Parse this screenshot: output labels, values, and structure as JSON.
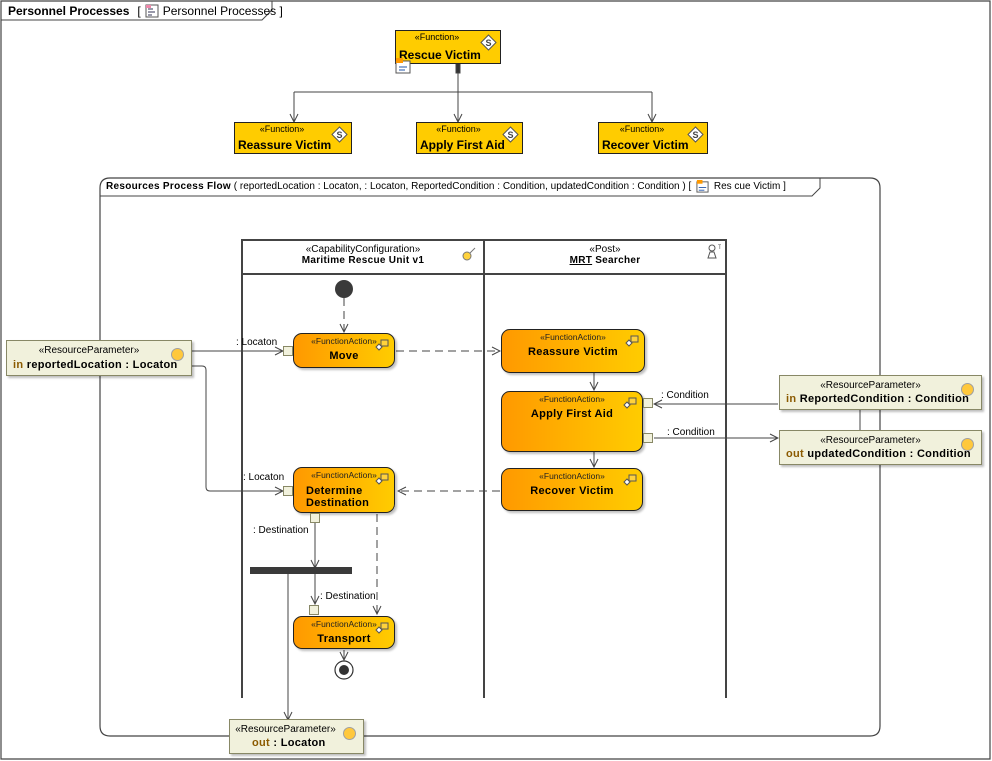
{
  "diagram": {
    "frame_title": "Personnel Processes",
    "frame_ref": "Personnel Processes",
    "colors": {
      "function_fill": "#ffcc00",
      "action_gradient_start": "#ff9900",
      "action_gradient_end": "#ffcc00",
      "parameter_fill": "#f1f1dc",
      "parameter_dot": "#ffc83c",
      "direction_keyword": "#8b5a00"
    }
  },
  "functions": {
    "root": {
      "stereotype": "«Function»",
      "name": "Rescue Victim"
    },
    "children": [
      {
        "stereotype": "«Function»",
        "name": "Reassure Victim"
      },
      {
        "stereotype": "«Function»",
        "name": "Apply First Aid"
      },
      {
        "stereotype": "«Function»",
        "name": "Recover Victim"
      }
    ]
  },
  "activity": {
    "title": "Resources Process Flow",
    "signature": "( reportedLocation : Locaton,  : Locaton, ReportedCondition : Condition, updatedCondition : Condition ) [",
    "ref": "Res cue Victim ]",
    "lanes": [
      {
        "stereotype": "«CapabilityConfiguration»",
        "name": "Maritime Rescue Unit v1",
        "icon": "capability-configuration-icon"
      },
      {
        "stereotype": "«Post»",
        "name_prefix": "MRT",
        "name": " Searcher",
        "icon": "post-icon"
      }
    ],
    "actions": {
      "move": {
        "stereotype": "«FunctionAction»",
        "name": "Move"
      },
      "determine": {
        "stereotype": "«FunctionAction»",
        "name_line1": "Determine",
        "name_line2": "Destination"
      },
      "transport": {
        "stereotype": "«FunctionAction»",
        "name": "Transport"
      },
      "reassure": {
        "stereotype": "«FunctionAction»",
        "name": "Reassure Victim"
      },
      "first_aid": {
        "stereotype": "«FunctionAction»",
        "name": "Apply First Aid"
      },
      "recover": {
        "stereotype": "«FunctionAction»",
        "name": "Recover Victim"
      }
    },
    "parameters": {
      "reported_location": {
        "stereotype": "«ResourceParameter»",
        "direction": "in",
        "name": "reportedLocation : Locaton"
      },
      "reported_condition": {
        "stereotype": "«ResourceParameter»",
        "direction": "in",
        "name": "ReportedCondition : Condition"
      },
      "updated_condition": {
        "stereotype": "«ResourceParameter»",
        "direction": "out",
        "name": "updatedCondition : Condition"
      },
      "out_location": {
        "stereotype": "«ResourceParameter»",
        "direction": "out",
        "name": " : Locaton"
      }
    },
    "pin_labels": {
      "move_in": ": Locaton",
      "determine_in": ": Locaton",
      "determine_out": ": Destination",
      "transport_in": ": Destination",
      "first_aid_in": ": Condition",
      "first_aid_out": ": Condition"
    }
  }
}
